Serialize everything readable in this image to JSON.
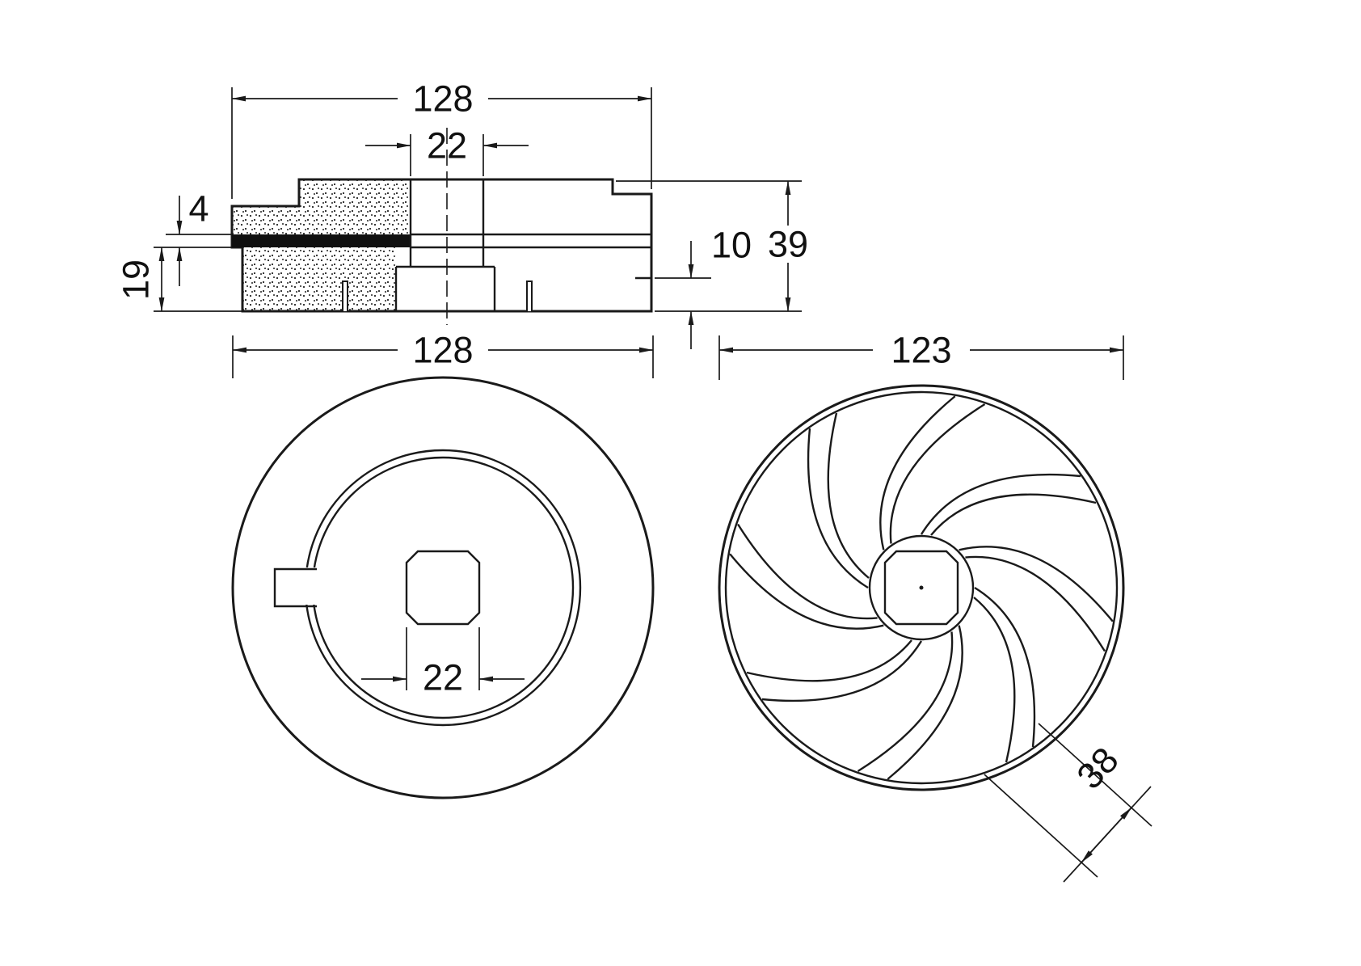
{
  "dims": {
    "section_width": "128",
    "section_bore": "22",
    "abrasive_thickness": "4",
    "lower_height": "19",
    "rim_step": "10",
    "total_height": "39",
    "front_diameter": "128",
    "front_bore": "22",
    "back_diameter": "123",
    "vane_width": "38"
  }
}
